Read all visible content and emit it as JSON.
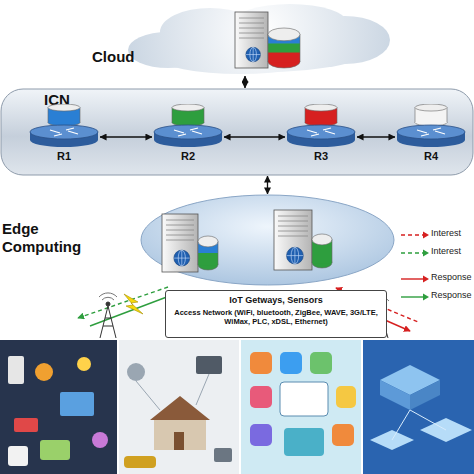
{
  "diagram": {
    "nodes": [
      {
        "text": [
          "Cloud"
        ]
      },
      {
        "text": [
          "ICN"
        ]
      },
      {
        "text": [
          "R1"
        ],
        "in": 1
      },
      {
        "text": [
          "R2"
        ],
        "in": 1
      },
      {
        "text": [
          "R3"
        ],
        "in": 1
      },
      {
        "text": [
          "R4"
        ],
        "in": 1
      },
      {
        "text": [
          "Edge Computing"
        ]
      },
      {
        "text": [
          "IoT Getways, Sensors",
          "Access Network (WiFi, bluetooth, ZigBee, WAVE, 3G/LTE, WiMax, PLC, xDSL, Ethernet)"
        ]
      }
    ],
    "edges": [
      {
        "from": 0,
        "to": 1,
        "arrow": "both"
      },
      {
        "from": 2,
        "to": 3,
        "arrow": "both"
      },
      {
        "from": 3,
        "to": 4,
        "arrow": "both"
      },
      {
        "from": 4,
        "to": 5,
        "arrow": "both"
      },
      {
        "from": 1,
        "to": 6,
        "arrow": "both"
      }
    ],
    "legend": [
      {
        "text": "Interest"
      },
      {
        "text": "Interest"
      },
      {
        "text": "Response"
      },
      {
        "text": "Response"
      }
    ]
  }
}
